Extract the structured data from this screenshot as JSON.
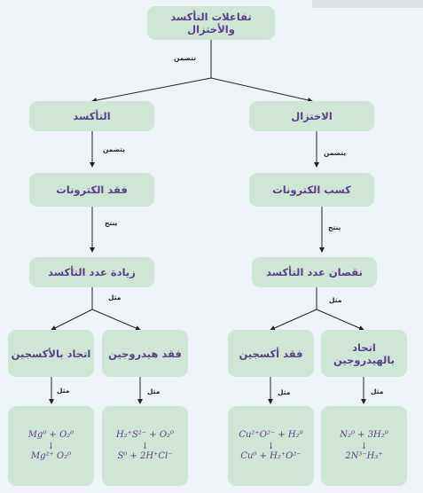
{
  "root": "تفاعلات التأكسد والأختزال",
  "root_link": "تتضمن",
  "left": {
    "title": "التأكسد",
    "link1": "يتضمن",
    "step1": "فقد الكترونات",
    "link2": "ينتج",
    "step2": "زيادة عدد التأكسد",
    "link3": "مثل",
    "ex_a": "اتحاد بالأكسجين",
    "ex_b": "فقد هيدروجين",
    "ex_a_link": "مثل",
    "ex_b_link": "مثل",
    "f_a_top": "Mg⁰ + O₂⁰",
    "f_a_bottom": "Mg²⁺ O₂⁰",
    "f_b_top": "H₂⁺S²⁻ + O₂⁰",
    "f_b_bottom": "S⁰ + 2H⁺Cl⁻"
  },
  "right": {
    "title": "الاختزال",
    "link1": "يتضمن",
    "step1": "كسب الكترونات",
    "link2": "ينتج",
    "step2": "نقصان عدد التأكسد",
    "link3": "مثل",
    "ex_a": "فقد أكسجين",
    "ex_b": "اتحاد بالهيدروجين",
    "ex_a_link": "مثل",
    "ex_b_link": "مثل",
    "f_a_top": "Cu²⁺O²⁻ + H₂⁰",
    "f_a_bottom": "Cu⁰ + H₂⁺O²⁻",
    "f_b_top": "N₂⁰ + 3H₂⁰",
    "f_b_bottom": "2N³⁻H₃⁺"
  },
  "arrow_glyph": "↓",
  "colors": {
    "box": "#cfe5d5",
    "text": "#5a3f85",
    "line": "#222222"
  }
}
